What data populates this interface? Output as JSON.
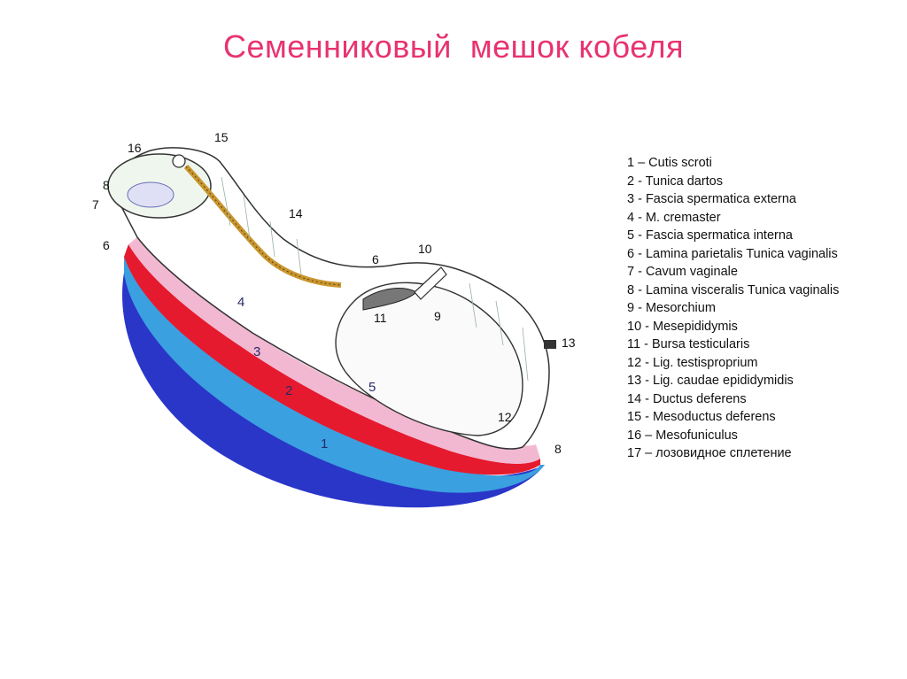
{
  "slide": {
    "title": "Семенниковый  мешок кобеля"
  },
  "colors": {
    "title": "#e8336f",
    "cutis": "#2a36c8",
    "dartos": "#3aa0e0",
    "fascia_externa": "#e61a2e",
    "cremaster": "#c41020",
    "fascia_interna": "#f2b8d2"
  },
  "diagram": {
    "labels": [
      "1",
      "2",
      "3",
      "4",
      "5",
      "6",
      "6",
      "7",
      "8",
      "8",
      "9",
      "10",
      "11",
      "12",
      "13",
      "14",
      "15",
      "16"
    ]
  },
  "legend": [
    "1 – Cutis scroti",
    "2 - Tunica dartos",
    "3 - Fascia spermatica externa",
    "4 - M. cremaster",
    "5 - Fascia spermatica interna",
    "6 - Lamina parietalis Tunica vaginalis",
    "7 - Cavum vaginale",
    "8 - Lamina visceralis Tunica vaginalis",
    "9 - Mesorchium",
    "10 - Mesepididymis",
    "11 - Bursa testicularis",
    "12 - Lig. testisproprium",
    "13 - Lig. caudae epididymidis",
    "14 - Ductus deferens",
    "15 - Mesoductus deferens",
    "16 – Mesofuniculus",
    "17 – лозовидное сплетение"
  ]
}
